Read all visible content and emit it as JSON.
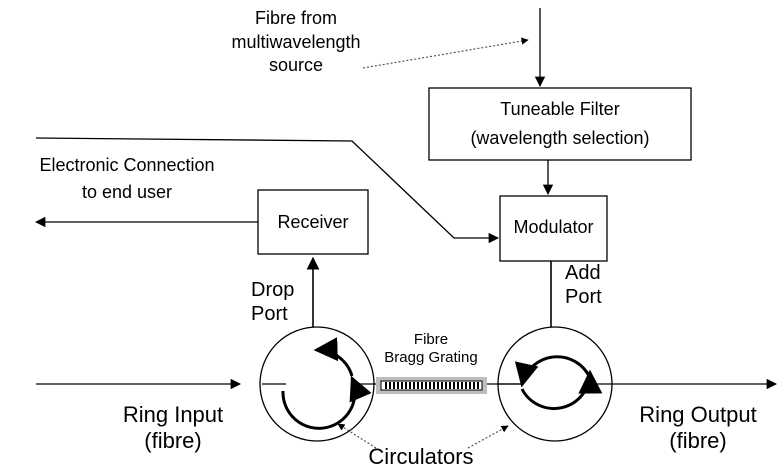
{
  "labels": {
    "fibre_source": [
      "Fibre from",
      "multiwavelength",
      "source"
    ],
    "tuneable_filter": [
      "Tuneable Filter",
      "(wavelength selection)"
    ],
    "electronic_connection": [
      "Electronic Connection",
      "to end user"
    ],
    "receiver": "Receiver",
    "modulator": "Modulator",
    "drop_port": [
      "Drop",
      "Port"
    ],
    "add_port": [
      "Add",
      "Port"
    ],
    "fbg": [
      "Fibre",
      "Bragg Grating"
    ],
    "ring_input": [
      "Ring Input",
      "(fibre)"
    ],
    "ring_output": [
      "Ring Output",
      "(fibre)"
    ],
    "circulators": "Circulators"
  },
  "colors": {
    "line": "#000000",
    "grating_fill": "#bdbdbd",
    "dotted": "#555555"
  }
}
